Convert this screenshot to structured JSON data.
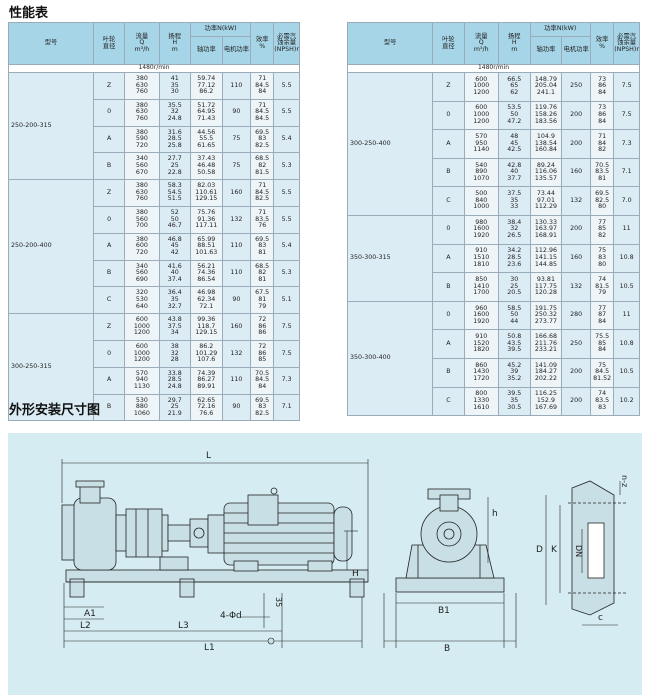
{
  "title1": "性能表",
  "title2": "外形安装尺寸图",
  "headers": {
    "model": "型号",
    "impeller": "叶轮\n直径",
    "flow": "流量\nQ\nm³/h",
    "head": "扬程\nH\nm",
    "power": "功率N(kW)",
    "shaft": "轴功率",
    "motor": "电机功率",
    "eff": "效率\n%",
    "npsh": "必需汽\n蚀余量\n(NPSH)r"
  },
  "speed": "1480r/min",
  "left": [
    {
      "model": "250-200-315",
      "rows": [
        {
          "i": "Z",
          "q": [
            "380",
            "630",
            "760"
          ],
          "h": [
            "41",
            "35",
            "30"
          ],
          "s": [
            "59.74",
            "77.12",
            "86.2"
          ],
          "m": "110",
          "e": [
            "71",
            "84.5",
            "84"
          ],
          "n": "5.5"
        },
        {
          "i": "0",
          "q": [
            "380",
            "630",
            "760"
          ],
          "h": [
            "35.5",
            "32",
            "24.8"
          ],
          "s": [
            "51.72",
            "64.95",
            "71.43"
          ],
          "m": "90",
          "e": [
            "71",
            "84.5",
            "84.5"
          ],
          "n": "5.5"
        },
        {
          "i": "A",
          "q": [
            "380",
            "590",
            "720"
          ],
          "h": [
            "31.6",
            "28.5",
            "25.8"
          ],
          "s": [
            "44.56",
            "55.5",
            "61.65"
          ],
          "m": "75",
          "e": [
            "69.5",
            "83",
            "82.5"
          ],
          "n": "5.4"
        },
        {
          "i": "B",
          "q": [
            "340",
            "560",
            "670"
          ],
          "h": [
            "27.7",
            "25",
            "22.8"
          ],
          "s": [
            "37.43",
            "46.48",
            "50.58"
          ],
          "m": "75",
          "e": [
            "68.5",
            "82",
            "81.5"
          ],
          "n": "5.3"
        }
      ]
    },
    {
      "model": "250-200-400",
      "rows": [
        {
          "i": "Z",
          "q": [
            "380",
            "630",
            "760"
          ],
          "h": [
            "58.3",
            "54.5",
            "51.5"
          ],
          "s": [
            "82.03",
            "110.61",
            "129.15"
          ],
          "m": "160",
          "e": [
            "71",
            "84.5",
            "82.5"
          ],
          "n": "5.5"
        },
        {
          "i": "0",
          "q": [
            "380",
            "560",
            "700"
          ],
          "h": [
            "52",
            "50",
            "46.7"
          ],
          "s": [
            "75.76",
            "91.36",
            "117.11"
          ],
          "m": "132",
          "e": [
            "71",
            "83.5",
            "76"
          ],
          "n": "5.5"
        },
        {
          "i": "A",
          "q": [
            "380",
            "600",
            "720"
          ],
          "h": [
            "46.8",
            "45",
            "42"
          ],
          "s": [
            "65.99",
            "88.51",
            "101.63"
          ],
          "m": "110",
          "e": [
            "69.5",
            "83",
            "81"
          ],
          "n": "5.4"
        },
        {
          "i": "B",
          "q": [
            "340",
            "560",
            "690"
          ],
          "h": [
            "41.6",
            "40",
            "37.4"
          ],
          "s": [
            "56.21",
            "74.36",
            "86.54"
          ],
          "m": "110",
          "e": [
            "68.5",
            "82",
            "81"
          ],
          "n": "5.3"
        },
        {
          "i": "C",
          "q": [
            "320",
            "530",
            "640"
          ],
          "h": [
            "36.4",
            "35",
            "32.7"
          ],
          "s": [
            "46.98",
            "62.34",
            "72.1"
          ],
          "m": "90",
          "e": [
            "67.5",
            "81",
            "79"
          ],
          "n": "5.1"
        }
      ]
    },
    {
      "model": "300-250-315",
      "rows": [
        {
          "i": "Z",
          "q": [
            "600",
            "1000",
            "1200"
          ],
          "h": [
            "43.8",
            "37.5",
            "34"
          ],
          "s": [
            "99.36",
            "118.7",
            "129.15"
          ],
          "m": "160",
          "e": [
            "72",
            "86",
            "86"
          ],
          "n": "7.5"
        },
        {
          "i": "0",
          "q": [
            "600",
            "1000",
            "1200"
          ],
          "h": [
            "38",
            "32",
            "28"
          ],
          "s": [
            "86.2",
            "101.29",
            "107.6"
          ],
          "m": "132",
          "e": [
            "72",
            "86",
            "85"
          ],
          "n": "7.5"
        },
        {
          "i": "A",
          "q": [
            "570",
            "940",
            "1130"
          ],
          "h": [
            "33.8",
            "28.5",
            "24.8"
          ],
          "s": [
            "74.39",
            "86.27",
            "89.91"
          ],
          "m": "110",
          "e": [
            "70.5",
            "84.5",
            "84"
          ],
          "n": "7.3"
        },
        {
          "i": "B",
          "q": [
            "530",
            "880",
            "1060"
          ],
          "h": [
            "29.7",
            "25",
            "21.9"
          ],
          "s": [
            "62.65",
            "72.16",
            "76.6"
          ],
          "m": "90",
          "e": [
            "69.5",
            "83",
            "82.5"
          ],
          "n": "7.1"
        }
      ]
    }
  ],
  "right": [
    {
      "model": "300-250-400",
      "rows": [
        {
          "i": "Z",
          "q": [
            "600",
            "1000",
            "1200"
          ],
          "h": [
            "66.5",
            "65",
            "62"
          ],
          "s": [
            "148.79",
            "205.04",
            "241.1"
          ],
          "m": "250",
          "e": [
            "73",
            "86",
            "84"
          ],
          "n": "7.5"
        },
        {
          "i": "0",
          "q": [
            "600",
            "1000",
            "1200"
          ],
          "h": [
            "53.5",
            "50",
            "47.2"
          ],
          "s": [
            "119.76",
            "158.26",
            "183.56"
          ],
          "m": "200",
          "e": [
            "73",
            "86",
            "84"
          ],
          "n": "7.5"
        },
        {
          "i": "A",
          "q": [
            "570",
            "950",
            "1140"
          ],
          "h": [
            "48",
            "45",
            "42.5"
          ],
          "s": [
            "104.9",
            "138.54",
            "160.84"
          ],
          "m": "200",
          "e": [
            "71",
            "84",
            "82"
          ],
          "n": "7.3"
        },
        {
          "i": "B",
          "q": [
            "540",
            "890",
            "1070"
          ],
          "h": [
            "42.8",
            "40",
            "37.7"
          ],
          "s": [
            "89.24",
            "116.06",
            "135.57"
          ],
          "m": "160",
          "e": [
            "70.5",
            "83.5",
            "81"
          ],
          "n": "7.1"
        },
        {
          "i": "C",
          "q": [
            "500",
            "840",
            "1000"
          ],
          "h": [
            "37.5",
            "35",
            "33"
          ],
          "s": [
            "73.44",
            "97.01",
            "112.29"
          ],
          "m": "132",
          "e": [
            "69.5",
            "82.5",
            "80"
          ],
          "n": "7.0"
        }
      ]
    },
    {
      "model": "350-300-315",
      "rows": [
        {
          "i": "0",
          "q": [
            "980",
            "1600",
            "1920"
          ],
          "h": [
            "38.4",
            "32",
            "26.5"
          ],
          "s": [
            "130.33",
            "163.97",
            "168.91"
          ],
          "m": "200",
          "e": [
            "77",
            "85",
            "82"
          ],
          "n": "11"
        },
        {
          "i": "A",
          "q": [
            "910",
            "1510",
            "1810"
          ],
          "h": [
            "34.2",
            "28.5",
            "23.6"
          ],
          "s": [
            "112.96",
            "141.15",
            "144.85"
          ],
          "m": "160",
          "e": [
            "75",
            "83",
            "80"
          ],
          "n": "10.8"
        },
        {
          "i": "B",
          "q": [
            "850",
            "1410",
            "1700"
          ],
          "h": [
            "30",
            "25",
            "20.5"
          ],
          "s": [
            "93.81",
            "117.75",
            "120.28"
          ],
          "m": "132",
          "e": [
            "74",
            "81.5",
            "79"
          ],
          "n": "10.5"
        }
      ]
    },
    {
      "model": "350-300-400",
      "rows": [
        {
          "i": "0",
          "q": [
            "960",
            "1600",
            "1920"
          ],
          "h": [
            "58.5",
            "50",
            "44"
          ],
          "s": [
            "191.75",
            "250.32",
            "273.77"
          ],
          "m": "280",
          "e": [
            "77",
            "87",
            "84"
          ],
          "n": "11"
        },
        {
          "i": "A",
          "q": [
            "910",
            "1520",
            "1820"
          ],
          "h": [
            "50.8",
            "43.5",
            "39.5"
          ],
          "s": [
            "166.68",
            "211.76",
            "233.21"
          ],
          "m": "250",
          "e": [
            "75.5",
            "85",
            "84"
          ],
          "n": "10.8"
        },
        {
          "i": "B",
          "q": [
            "860",
            "1430",
            "1720"
          ],
          "h": [
            "45.2",
            "39",
            "35.2"
          ],
          "s": [
            "141.09",
            "184.27",
            "202.22"
          ],
          "m": "200",
          "e": [
            "75",
            "84.5",
            "81.52"
          ],
          "n": "10.5"
        },
        {
          "i": "C",
          "q": [
            "800",
            "1330",
            "1610"
          ],
          "h": [
            "39.5",
            "35",
            "30.5"
          ],
          "s": [
            "116.25",
            "152.9",
            "167.69"
          ],
          "m": "200",
          "e": [
            "74",
            "83.5",
            "83"
          ],
          "n": "10.2"
        }
      ]
    }
  ],
  "dims": {
    "L": "L",
    "H": "H",
    "A1": "A1",
    "L2": "L2",
    "L3": "L3",
    "L1": "L1",
    "fd": "4-Φd",
    "n35": "35",
    "h": "h",
    "nz": "n-z",
    "D": "D",
    "K": "K",
    "DN": "DN",
    "B1": "B1",
    "B": "B",
    "c": "c"
  }
}
